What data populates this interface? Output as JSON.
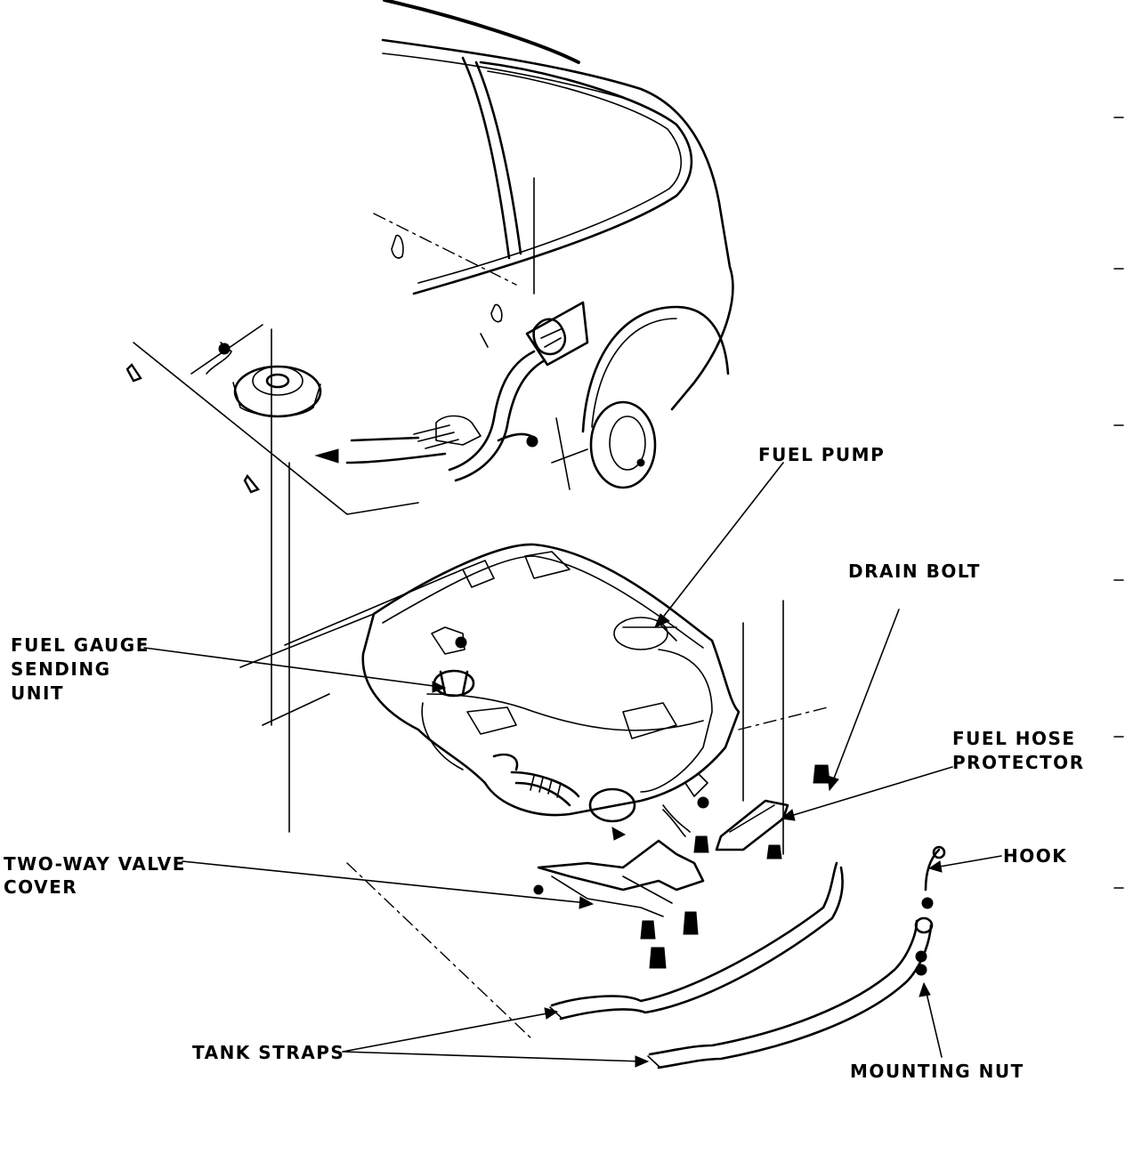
{
  "labels": {
    "fuel_pump": "FUEL PUMP",
    "drain_bolt": "DRAIN BOLT",
    "fuel_gauge_line1": "FUEL GAUGE",
    "fuel_gauge_line2": "SENDING",
    "fuel_gauge_line3": "UNIT",
    "fuel_hose_protector_line1": "FUEL HOSE",
    "fuel_hose_protector_line2": "PROTECTOR",
    "hook": "HOOK",
    "two_way_valve_line1": "TWO-WAY VALVE",
    "two_way_valve_line2": "COVER",
    "tank_straps": "TANK STRAPS",
    "mounting_nut": "MOUNTING NUT"
  },
  "colors": {
    "ink": "#000000",
    "paper": "#ffffff"
  },
  "icons": [
    "arrow-icon",
    "bolt-icon",
    "nut-icon"
  ]
}
